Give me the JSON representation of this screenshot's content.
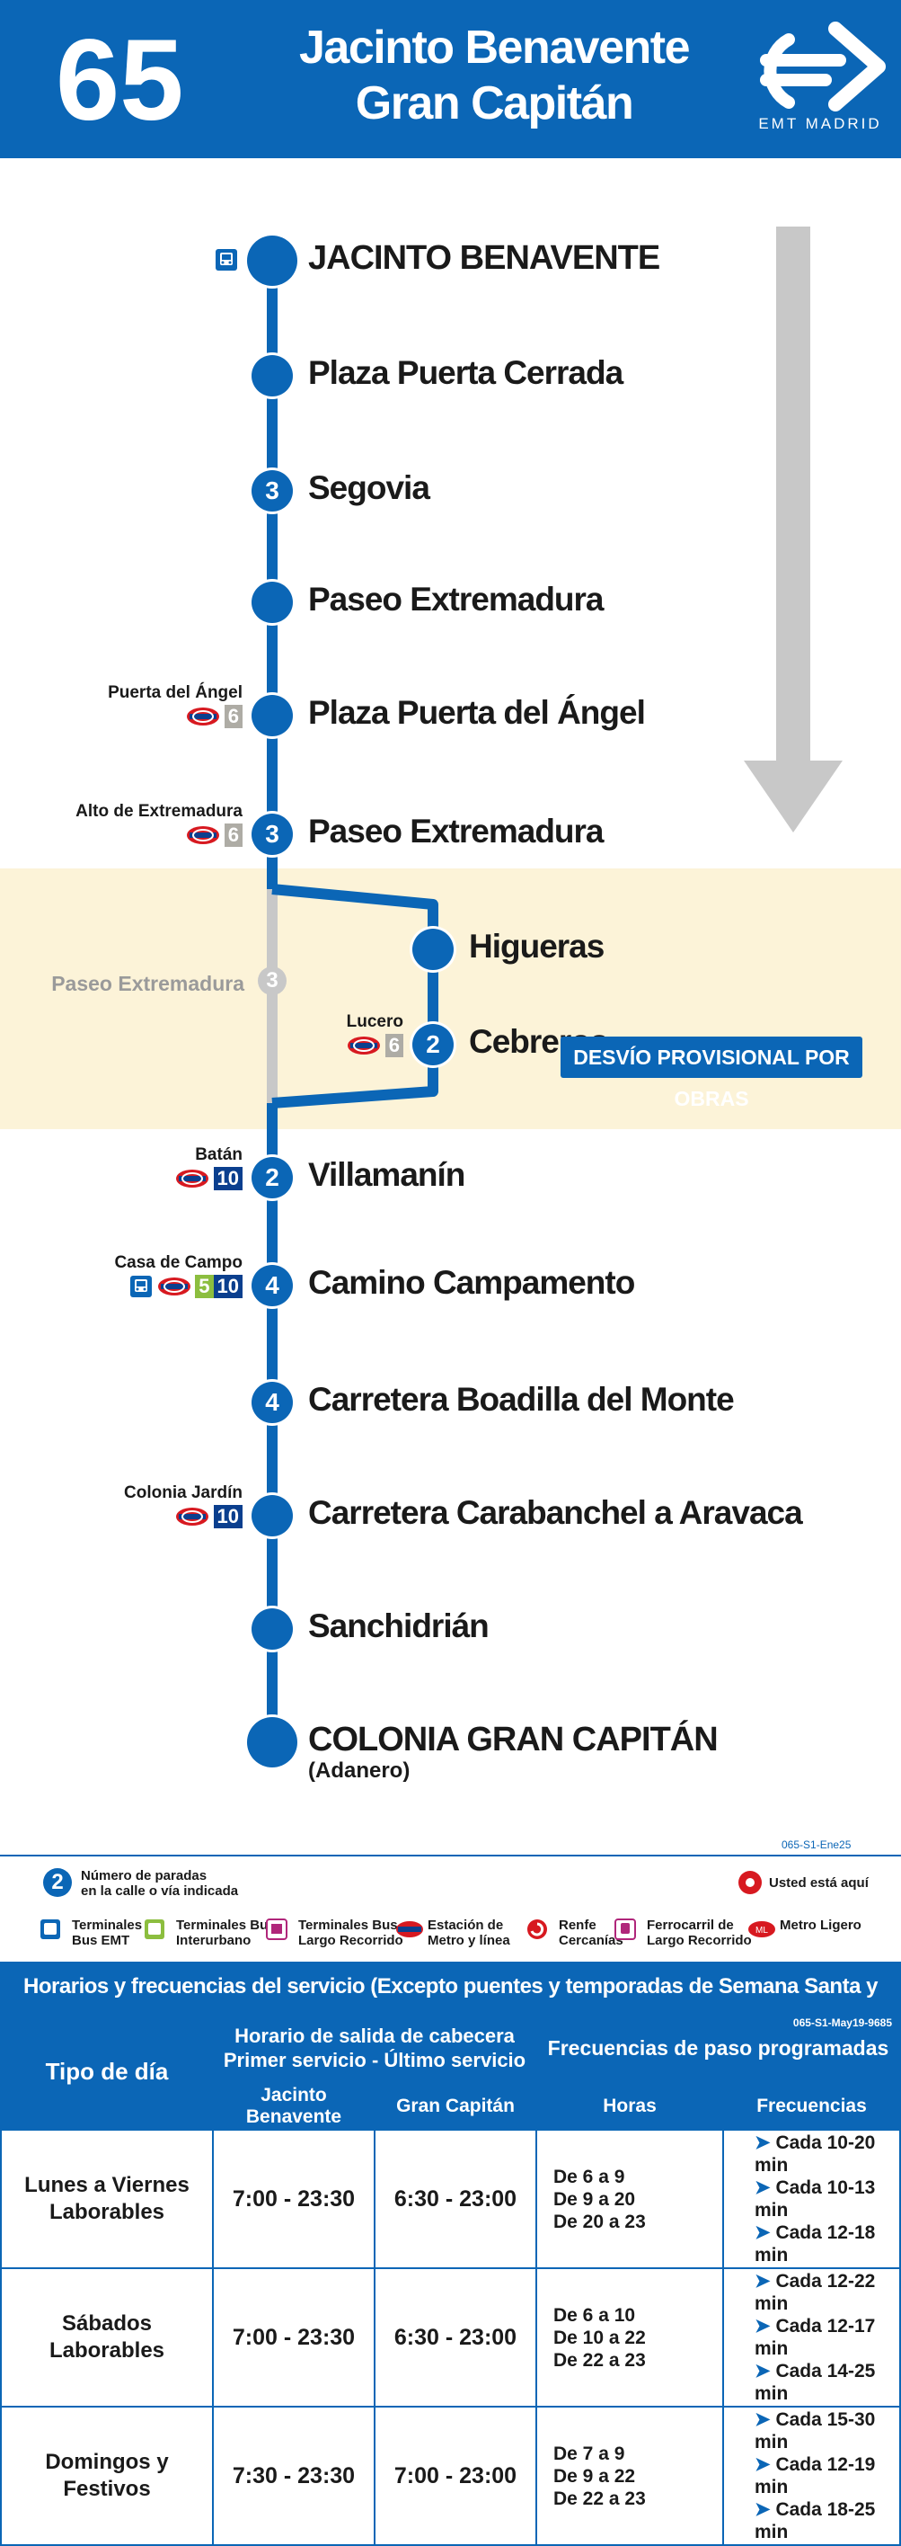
{
  "header": {
    "line_number": "65",
    "route_line1": "Jacinto Benavente",
    "route_line2": "Gran Capitán",
    "brand": "EMT MADRID",
    "brand_color": "#0b66b6"
  },
  "stops": [
    {
      "label": "JACINTO BENAVENTE",
      "sub": "",
      "count": "",
      "connection": "",
      "badges": "bus-emt"
    },
    {
      "label": "Plaza Puerta Cerrada",
      "sub": "",
      "count": "",
      "connection": "",
      "badges": ""
    },
    {
      "label": "Segovia",
      "sub": "",
      "count": "3",
      "connection": "",
      "badges": ""
    },
    {
      "label": "Paseo Extremadura",
      "sub": "",
      "count": "",
      "connection": "",
      "badges": ""
    },
    {
      "label": "Plaza Puerta del Ángel",
      "sub": "",
      "count": "",
      "connection": "Puerta del Ángel",
      "badges": "metro-6"
    },
    {
      "label": "Paseo Extremadura",
      "sub": "",
      "count": "3",
      "connection": "Alto de Extremadura",
      "badges": "metro-6"
    },
    {
      "label": "Higueras",
      "sub": "",
      "count": "",
      "connection": "",
      "badges": ""
    },
    {
      "label": "Cebreros",
      "sub": "",
      "count": "2",
      "connection": "Lucero",
      "badges": "metro-6"
    },
    {
      "label": "Villamanín",
      "sub": "",
      "count": "2",
      "connection": "Batán",
      "badges": "metro-10"
    },
    {
      "label": "Camino Campamento",
      "sub": "",
      "count": "4",
      "connection": "Casa de Campo",
      "badges": "bus-metro-5-10"
    },
    {
      "label": "Carretera Boadilla del Monte",
      "sub": "",
      "count": "4",
      "connection": "",
      "badges": ""
    },
    {
      "label": "Carretera Carabanchel a Aravaca",
      "sub": "",
      "count": "",
      "connection": "Colonia Jardín",
      "badges": "metro-10"
    },
    {
      "label": "Sanchidrián",
      "sub": "",
      "count": "",
      "connection": "",
      "badges": ""
    },
    {
      "label": "COLONIA GRAN CAPITÁN",
      "sub": "(Adanero)",
      "count": "",
      "connection": "",
      "badges": ""
    }
  ],
  "detour": {
    "banner": "DESVÍO PROVISIONAL POR OBRAS",
    "skipped_stop": "Paseo Extremadura",
    "skipped_count": "3"
  },
  "metro_lines": {
    "six": "6",
    "ten": "10",
    "five": "5"
  },
  "colors": {
    "primary": "#0b66b6",
    "detour_bg": "#fcf3d8",
    "grey": "#c8c8c8",
    "metro_red": "#d71920",
    "line6": "#aeaca5",
    "line10": "#0b3f8e",
    "line5": "#8cbe3f"
  },
  "doc_code_top": "065-S1-Ene25",
  "legend": {
    "count_line1": "Número de paradas",
    "count_line2": "en la calle o vía indicada",
    "count_example": "2",
    "you_are_here": "Usted está aquí",
    "items": [
      {
        "line1": "Terminales",
        "line2": "Bus EMT"
      },
      {
        "line1": "Terminales Bus",
        "line2": "Interurbano"
      },
      {
        "line1": "Terminales Bus",
        "line2": "Largo Recorrido"
      },
      {
        "line1": "Estación de",
        "line2": "Metro y línea"
      },
      {
        "line1": "Renfe",
        "line2": "Cercanías"
      },
      {
        "line1": "Ferrocarril de",
        "line2": "Largo Recorrido"
      },
      {
        "line1": "Metro Ligero",
        "line2": ""
      }
    ]
  },
  "schedule": {
    "title": "Horarios y frecuencias del servicio (Excepto puentes y temporadas de Semana Santa y Verano)",
    "code": "065-S1-May19-9685",
    "col_day": "Tipo de día",
    "col_service_line1": "Horario de salida de cabecera",
    "col_service_line2": "Primer servicio - Último servicio",
    "col_freq": "Frecuencias de paso programadas",
    "sub_a": "Jacinto Benavente",
    "sub_b": "Gran Capitán",
    "sub_hours": "Horas",
    "sub_freq": "Frecuencias",
    "rows": [
      {
        "day1": "Lunes a Viernes",
        "day2": "Laborables",
        "a": "7:00 - 23:30",
        "b": "6:30 - 23:00",
        "h1": "De 6 a 9",
        "h2": "De 9 a 20",
        "h3": "De 20 a 23",
        "f1": "Cada 10-20 min",
        "f2": "Cada  10-13 min",
        "f3": "Cada 12-18 min"
      },
      {
        "day1": "Sábados",
        "day2": "Laborables",
        "a": "7:00 - 23:30",
        "b": "6:30 - 23:00",
        "h1": "De 6 a 10",
        "h2": "De 10 a 22",
        "h3": "De 22 a 23",
        "f1": "Cada 12-22 min",
        "f2": "Cada 12-17 min",
        "f3": "Cada 14-25 min"
      },
      {
        "day1": "Domingos y",
        "day2": "Festivos",
        "a": "7:30 - 23:30",
        "b": "7:00 - 23:00",
        "h1": "De 7 a 9",
        "h2": "De 9 a 22",
        "h3": "De 22 a 23",
        "f1": "Cada 15-30 min",
        "f2": "Cada 12-19 min",
        "f3": "Cada 18-25 min"
      }
    ]
  }
}
